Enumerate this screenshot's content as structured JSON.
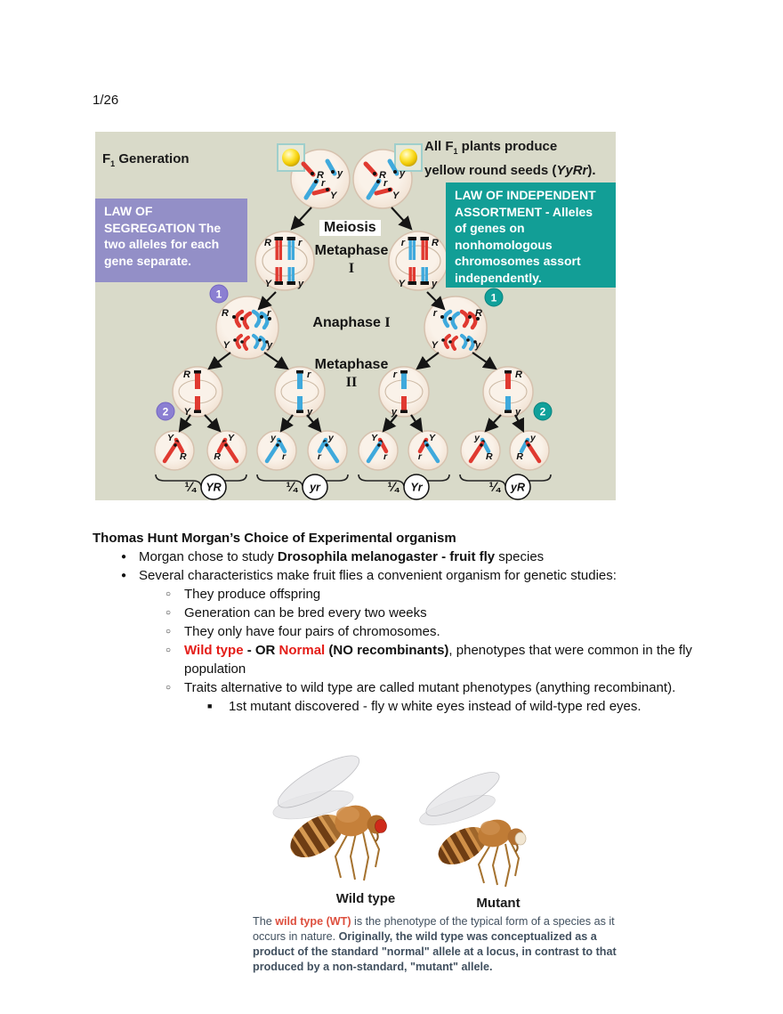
{
  "page": {
    "number": "1/26"
  },
  "diagram": {
    "f1_generation": {
      "pre": "F",
      "sub": "1",
      "post": " Generation"
    },
    "top_note": {
      "l1_pre": "All F",
      "l1_sub": "1",
      "l1_post": " plants produce",
      "l2_pre": "yellow round seeds (",
      "l2_genotype": "YyRr",
      "l2_post": ")."
    },
    "law_segregation": "LAW OF SEGREGATION The two alleles for each gene separate.",
    "law_assortment": "LAW OF INDEPENDENT ASSORTMENT - Alleles of genes on nonhomologous chromosomes assort independently.",
    "phases": {
      "meiosis": "Meiosis",
      "metaphase1_name": "Metaphase",
      "metaphase1_numeral": "I",
      "anaphase1_name": "Anaphase",
      "anaphase1_numeral": "I",
      "metaphase2_name": "Metaphase",
      "metaphase2_numeral": "II"
    },
    "badges": {
      "seg1": "1",
      "seg2": "2",
      "ind1": "1",
      "ind2": "2"
    },
    "cells": {
      "f1_left": [
        "R",
        "y",
        "r",
        "Y"
      ],
      "f1_right": [
        "R",
        "y",
        "r",
        "Y"
      ],
      "meta1_left": [
        "R",
        "r",
        "Y",
        "y"
      ],
      "meta1_right": [
        "r",
        "R",
        "Y",
        "y"
      ],
      "ana_left": [
        "R",
        "r",
        "Y",
        "y"
      ],
      "ana_right": [
        "r",
        "R",
        "Y",
        "y"
      ],
      "meta2": [
        [
          "R",
          "Y"
        ],
        [
          "r",
          "y"
        ],
        [
          "r",
          "y"
        ],
        [
          "R",
          "y"
        ]
      ],
      "gametes": [
        [
          "Y",
          "R"
        ],
        [
          "Y",
          "R"
        ],
        [
          "y",
          "r"
        ],
        [
          "y",
          "r"
        ],
        [
          "Y",
          "r"
        ],
        [
          "Y",
          "r"
        ],
        [
          "y",
          "R"
        ],
        [
          "y",
          "R"
        ]
      ]
    },
    "fractions": [
      {
        "frac": "¼",
        "gamete": "YR"
      },
      {
        "frac": "¼",
        "gamete": "yr"
      },
      {
        "frac": "¼",
        "gamete": "Yr"
      },
      {
        "frac": "¼",
        "gamete": "yR"
      }
    ],
    "colors": {
      "chromosome_red": "#e03a31",
      "chromosome_blue": "#3fa9dc",
      "segregation_purple": "#938fc7",
      "assortment_teal": "#129e96",
      "seed_yellow": "#f2cb05",
      "diagram_bg": "#d9dac9"
    }
  },
  "notes": {
    "markers": {
      "l1": "●",
      "l2": "○",
      "l3": "■"
    },
    "heading": "Thomas Hunt Morgan’s Choice of Experimental organism",
    "bullet1": {
      "pre": "Morgan chose to study ",
      "emph": "Drosophila melanogaster - fruit fly",
      "post": " species"
    },
    "bullet2": "Several characteristics make fruit flies a convenient organism for genetic studies:",
    "sub1": "They produce offspring",
    "sub2": "Generation can be bred every two weeks",
    "sub3": "They only have four pairs of chromosomes.",
    "sub4": {
      "red1": "Wild type",
      "mid1": " - OR ",
      "red2": "Normal",
      "mid2": " (NO recombinants)",
      "post": ", phenotypes that were common in the fly population"
    },
    "sub5": "Traits alternative to wild type are called mutant phenotypes (anything recombinant).",
    "subsub1": "1st mutant discovered - fly w white eyes instead of wild-type red eyes."
  },
  "figure": {
    "wild_label": "Wild type",
    "mutant_label": "Mutant",
    "caption": {
      "l1a": "The ",
      "l1b": "wild type (WT)",
      "l1c": " is the phenotype of the typical form of a species as it",
      "l2a": "occurs in nature. ",
      "l2b": "Originally, the wild type was conceptualized as a",
      "l3": "product of the standard \"normal\" allele at a locus, in contrast to that",
      "l4": "produced by a non-standard, \"mutant\" allele.",
      "text_color": "#41505f",
      "highlight_color": "#dd4f3e"
    }
  }
}
